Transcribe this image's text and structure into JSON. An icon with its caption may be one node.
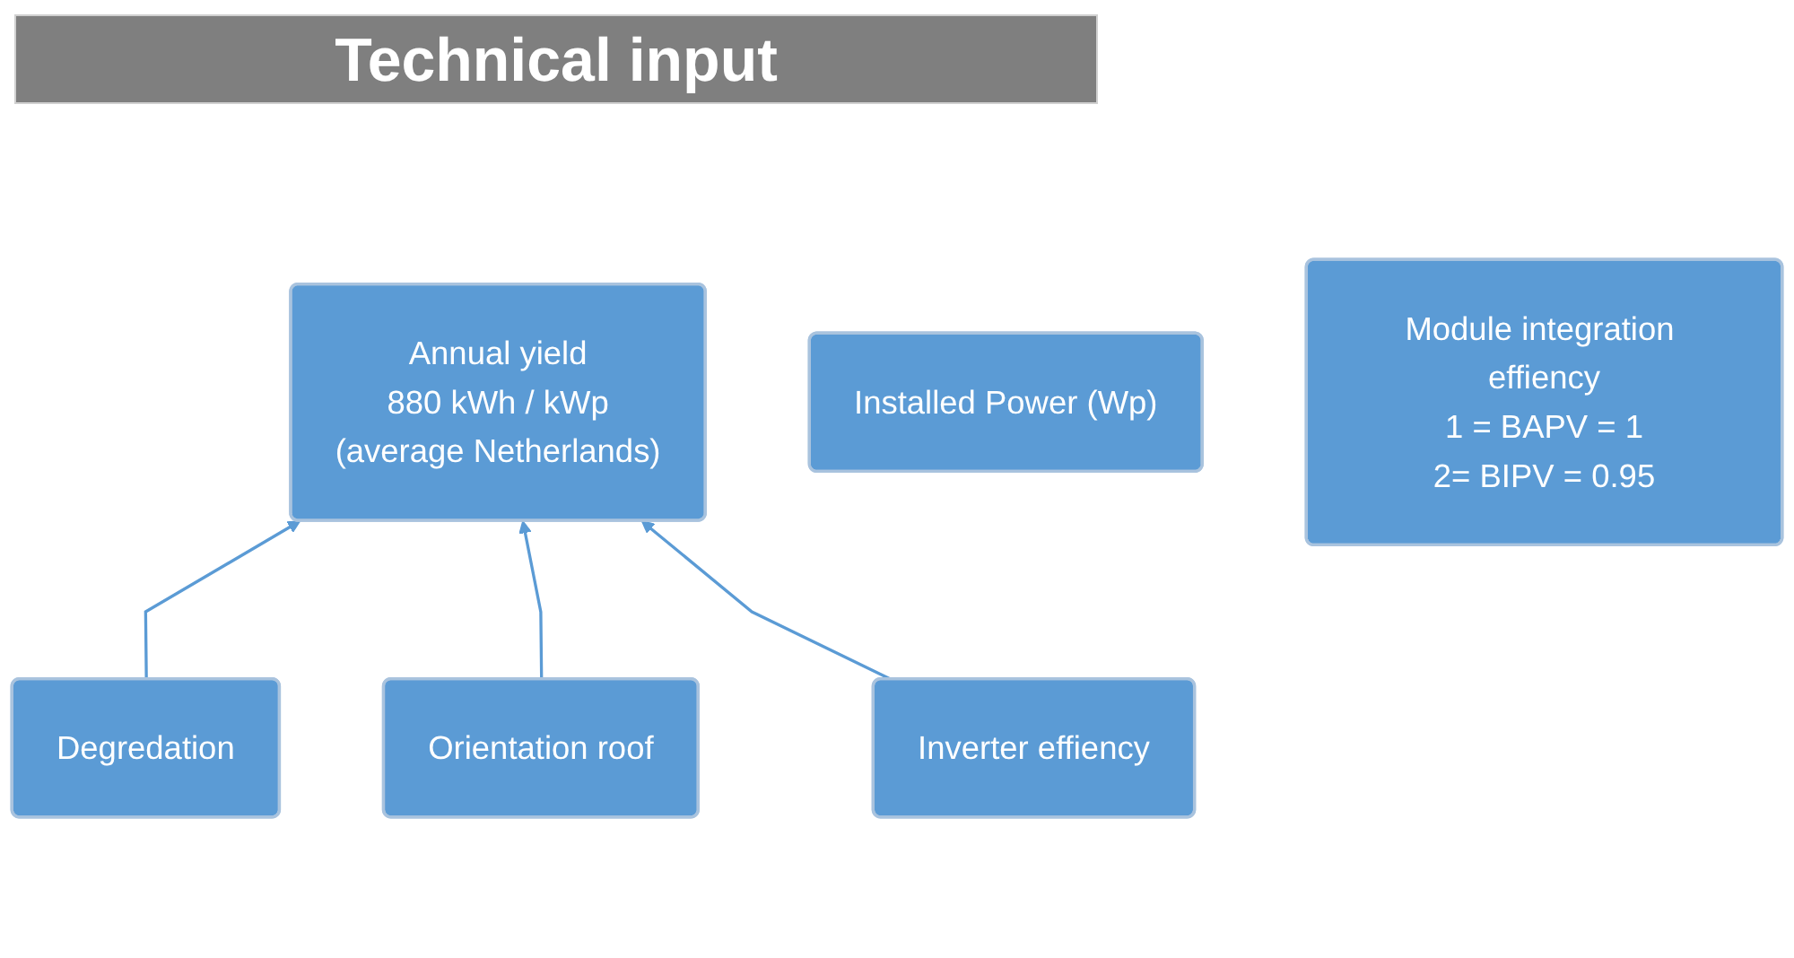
{
  "diagram": {
    "title": "Technical input",
    "nodes": [
      {
        "text": [
          "Installed Power (Wp)"
        ]
      },
      {
        "text": [
          "Annual yield",
          "880 kWh / kWp",
          "(average Netherlands)"
        ]
      },
      {
        "text": [
          "Module integration effiency",
          "1 = BAPV = 1",
          "2= BIPV = 0.95"
        ]
      },
      {
        "text": [
          "Inverter effiency"
        ]
      },
      {
        "text": [
          "Degredation"
        ]
      },
      {
        "text": [
          "Orientation roof"
        ]
      }
    ],
    "edges": [
      {
        "from": 3,
        "to": 1,
        "arrow": "to"
      },
      {
        "from": 4,
        "to": 1,
        "arrow": "to"
      },
      {
        "from": 5,
        "to": 1,
        "arrow": "to"
      }
    ]
  }
}
